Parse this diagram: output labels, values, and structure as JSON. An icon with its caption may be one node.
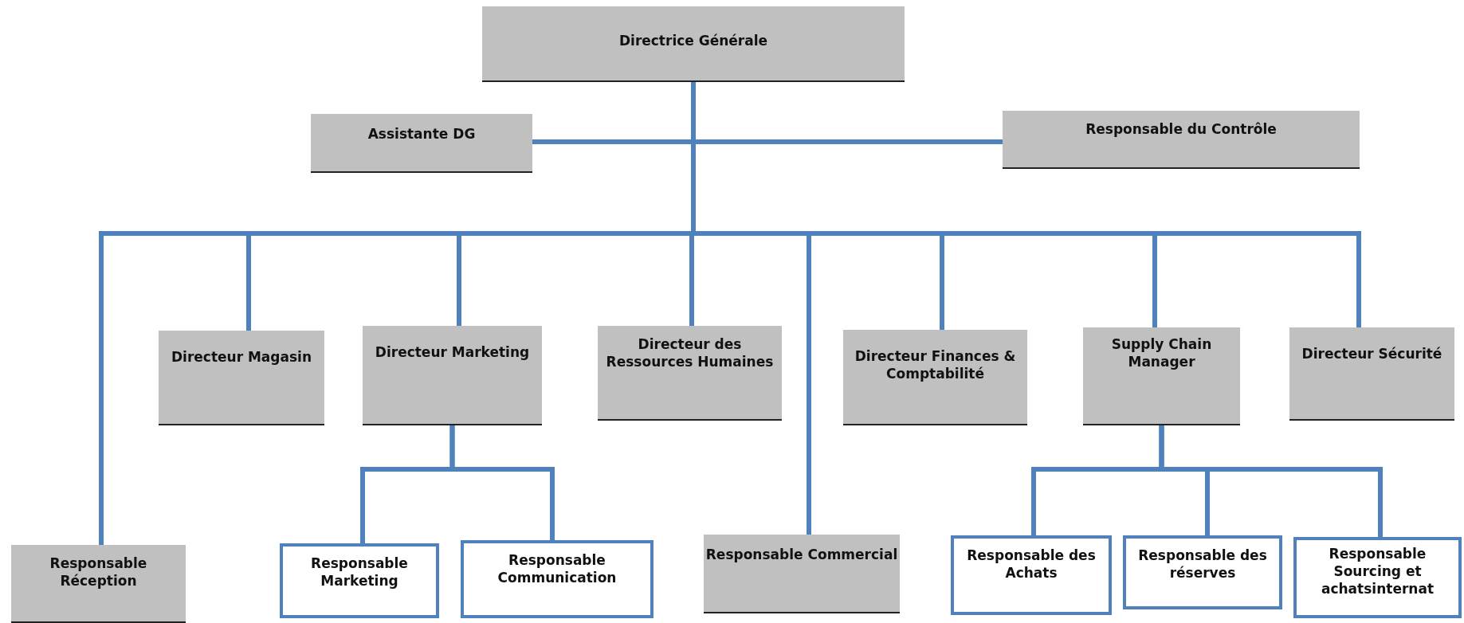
{
  "diagram": {
    "nodes": [
      {
        "text": [
          "Directrice Générale"
        ]
      },
      {
        "text": [
          "Assistante DG"
        ]
      },
      {
        "text": [
          "Responsable du Contrôle"
        ]
      },
      {
        "text": [
          "Directeur Magasin"
        ]
      },
      {
        "text": [
          "Directeur Marketing"
        ]
      },
      {
        "text": [
          "Directeur des Ressources Humaines"
        ]
      },
      {
        "text": [
          "Directeur Finances & Comptabilité"
        ]
      },
      {
        "text": [
          "Supply Chain Manager"
        ]
      },
      {
        "text": [
          "Directeur Sécurité"
        ]
      },
      {
        "text": [
          "Responsable Réception"
        ]
      },
      {
        "text": [
          "Responsable Marketing"
        ]
      },
      {
        "text": [
          "Responsable Communication"
        ]
      },
      {
        "text": [
          "Responsable Commercial"
        ]
      },
      {
        "text": [
          "Responsable des Achats"
        ]
      },
      {
        "text": [
          "Responsable des réserves"
        ]
      },
      {
        "text": [
          "Responsable Sourcing et achatsinternat"
        ]
      }
    ],
    "edges": [
      {
        "from": 0,
        "to": 1,
        "arrow": "none"
      },
      {
        "from": 0,
        "to": 2,
        "arrow": "none"
      },
      {
        "from": 0,
        "to": 9,
        "arrow": "none"
      },
      {
        "from": 0,
        "to": 3,
        "arrow": "none"
      },
      {
        "from": 0,
        "to": 4,
        "arrow": "none"
      },
      {
        "from": 0,
        "to": 5,
        "arrow": "none"
      },
      {
        "from": 0,
        "to": 12,
        "arrow": "none"
      },
      {
        "from": 0,
        "to": 6,
        "arrow": "none"
      },
      {
        "from": 0,
        "to": 7,
        "arrow": "none"
      },
      {
        "from": 0,
        "to": 8,
        "arrow": "none"
      },
      {
        "from": 4,
        "to": 10,
        "arrow": "none"
      },
      {
        "from": 4,
        "to": 11,
        "arrow": "none"
      },
      {
        "from": 7,
        "to": 13,
        "arrow": "none"
      },
      {
        "from": 7,
        "to": 14,
        "arrow": "none"
      },
      {
        "from": 7,
        "to": 15,
        "arrow": "none"
      }
    ]
  }
}
